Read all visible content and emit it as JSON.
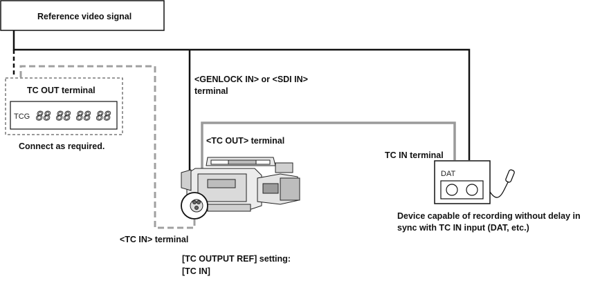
{
  "reference_signal": {
    "label": "Reference video signal"
  },
  "tcg": {
    "title": "TC OUT terminal",
    "device_label": "TCG",
    "display_digits": [
      "88",
      "88",
      "88",
      "88"
    ],
    "note": "Connect as required."
  },
  "camera": {
    "genlock_label_line1": "<GENLOCK IN> or <SDI IN>",
    "genlock_label_line2": "terminal",
    "tc_out_label": "<TC OUT> terminal",
    "tc_in_label": "<TC IN> terminal",
    "setting_line1": "[TC OUTPUT REF] setting:",
    "setting_line2": "[TC IN]"
  },
  "recorder": {
    "tc_in_label": "TC IN terminal",
    "device_label": "DAT",
    "description_line1": "Device capable of recording without delay in",
    "description_line2": "sync with TC IN input (DAT, etc.)"
  },
  "colors": {
    "black_line": "#111111",
    "gray_line": "#9a9a9a",
    "dashed_gray": "#a0a0a0"
  }
}
